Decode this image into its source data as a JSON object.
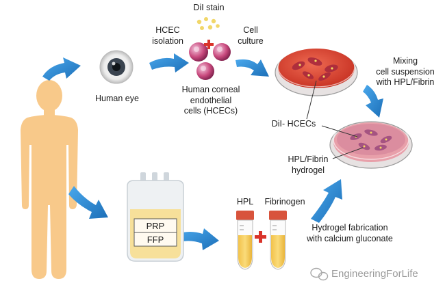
{
  "labels": {
    "human_eye": "Human eye",
    "hcec_isolation": "HCEC\nisolation",
    "dil_stain": "DiI stain",
    "cell_culture": "Cell\nculture",
    "hcecs": "Human corneal\nendothelial\ncells (HCECs)",
    "mixing": "Mixing\ncell suspension\nwith HPL/Fibrin",
    "dil_hcecs": "DiI- HCECs",
    "hpl_fibrin_hydrogel": "HPL/Fibrin\nhydrogel",
    "prp": "PRP",
    "ffp": "FFP",
    "hpl": "HPL",
    "fibrinogen": "Fibrinogen",
    "hydrogel_fabrication": "Hydrogel fabrication\nwith calcium gluconate",
    "watermark": "EngineeringForLife"
  },
  "colors": {
    "arrow_blue": "#2a8ad6",
    "skin": "#f8c98a",
    "cells_pink": "#c94a7e",
    "dish_red": "#d63a2a",
    "tube_cap": "#d8533c",
    "tube_fill": "#f7ce5a",
    "plus_red": "#d9332a",
    "bag_fill": "#f7e09a"
  }
}
